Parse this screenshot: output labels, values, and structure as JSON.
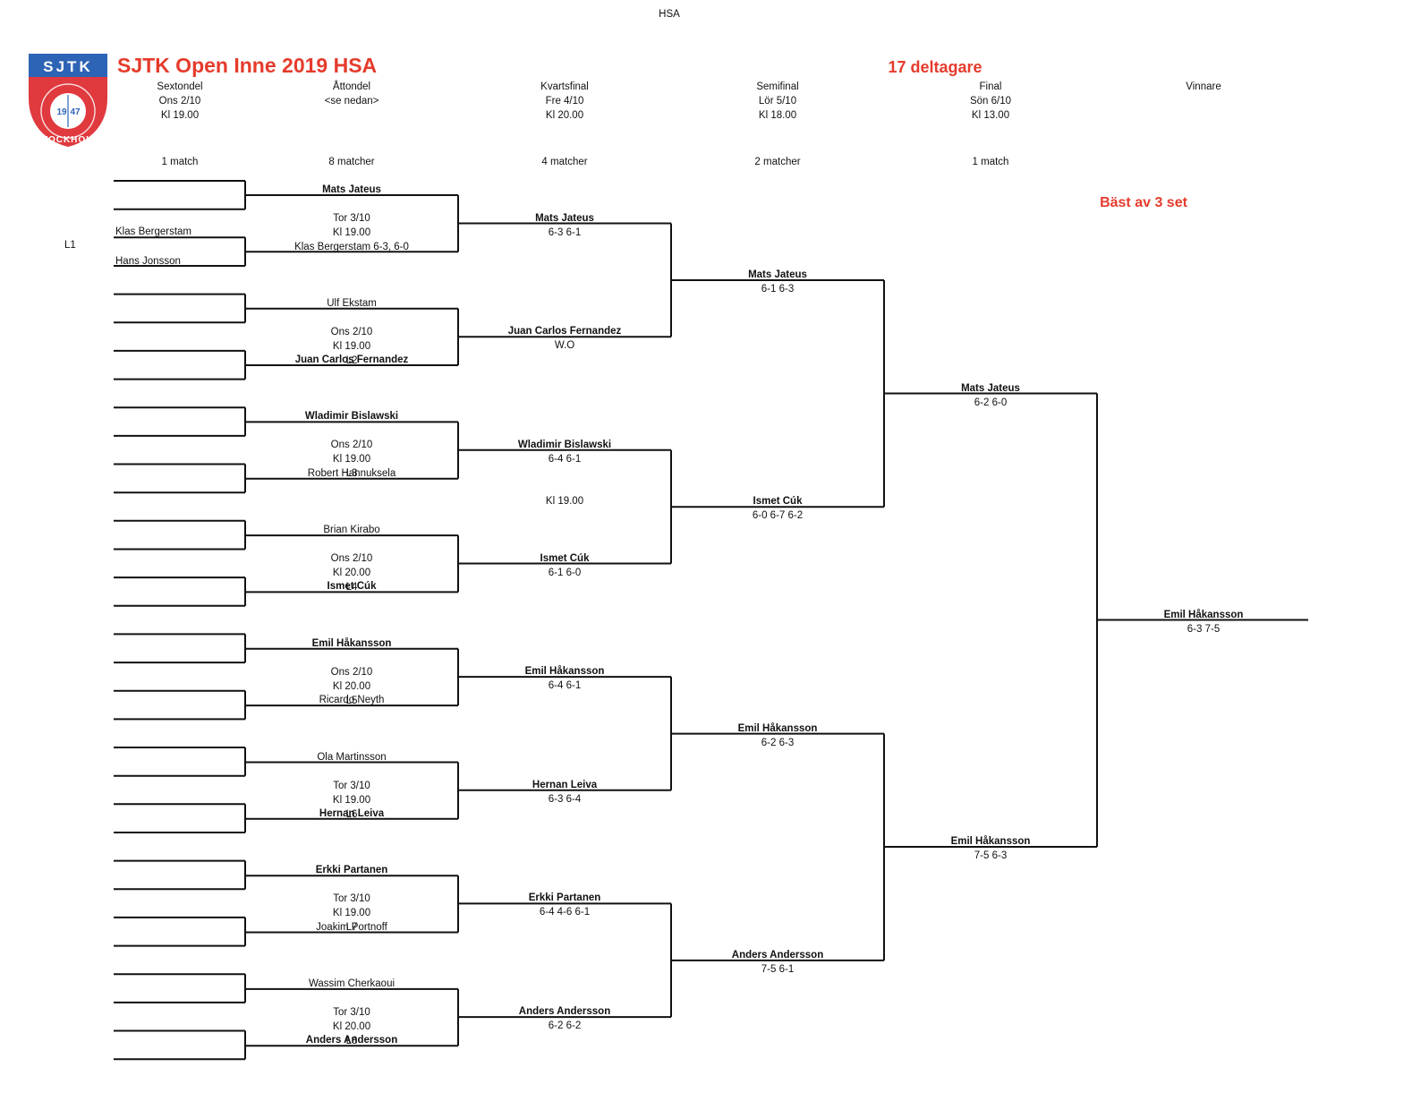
{
  "header": {
    "page_label": "HSA",
    "title": "SJTK Open Inne 2019 HSA",
    "participants": "17 deltagare",
    "format_note": "Bäst av 3 set"
  },
  "logo": {
    "top_text": "SJTK",
    "year_left": "19",
    "year_right": "47",
    "ring_text": "STOCKHOLM",
    "colors": {
      "blue": "#2e64b5",
      "red": "#e0393e"
    }
  },
  "columns": [
    {
      "name": "Sextondel",
      "day": "Ons 2/10",
      "time": "Kl 19.00",
      "matches": "1 match"
    },
    {
      "name": "Åttondel",
      "day": "<se nedan>",
      "time": "",
      "matches": "8 matcher"
    },
    {
      "name": "Kvartsfinal",
      "day": "Fre 4/10",
      "time": "Kl 20.00",
      "matches": "4 matcher"
    },
    {
      "name": "Semifinal",
      "day": "Lör 5/10",
      "time": "Kl 18.00",
      "matches": "2 matcher"
    },
    {
      "name": "Final",
      "day": "Sön 6/10",
      "time": "Kl 13.00",
      "matches": "1 match"
    },
    {
      "name": "Vinnare",
      "day": "",
      "time": "",
      "matches": ""
    }
  ],
  "sextondel": {
    "label": "L1",
    "player1": "Klas Bergerstam",
    "player2": "Hans Jonsson"
  },
  "r16": [
    {
      "top": "Mats Jateus",
      "top_bold": true,
      "l1": "Tor 3/10",
      "l2": "Kl 19.00",
      "l3": "Klas Bergerstam 6-3, 6-0",
      "bottom": "",
      "bottom_bold": false
    },
    {
      "top": "Ulf Ekstam",
      "top_bold": false,
      "l1": "Ons 2/10",
      "l2": "Kl 19.00",
      "l3": "L2",
      "bottom": "Juan Carlos Fernandez",
      "bottom_bold": true
    },
    {
      "top": "Wladimir Bislawski",
      "top_bold": true,
      "l1": "Ons 2/10",
      "l2": "Kl 19.00",
      "l3": "L3",
      "bottom": "Robert Hannuksela",
      "bottom_bold": false
    },
    {
      "top": "Brian Kirabo",
      "top_bold": false,
      "l1": "Ons 2/10",
      "l2": "Kl 20.00",
      "l3": "L4",
      "bottom": "Ismet Cúk",
      "bottom_bold": true
    },
    {
      "top": "Emil Håkansson",
      "top_bold": true,
      "l1": "Ons 2/10",
      "l2": "Kl 20.00",
      "l3": "L5",
      "bottom": "Ricardo Neyth",
      "bottom_bold": false
    },
    {
      "top": "Ola Martinsson",
      "top_bold": false,
      "l1": "Tor 3/10",
      "l2": "Kl 19.00",
      "l3": "L6",
      "bottom": "Hernan Leiva",
      "bottom_bold": true
    },
    {
      "top": "Erkki Partanen",
      "top_bold": true,
      "l1": "Tor 3/10",
      "l2": "Kl 19.00",
      "l3": "L7",
      "bottom": "Joakim Portnoff",
      "bottom_bold": false
    },
    {
      "top": "Wassim Cherkaoui",
      "top_bold": false,
      "l1": "Tor 3/10",
      "l2": "Kl 20.00",
      "l3": "L8",
      "bottom": "Anders Andersson",
      "bottom_bold": true
    }
  ],
  "qf": [
    {
      "winner": "Mats Jateus",
      "score": "6-3 6-1"
    },
    {
      "winner": "Juan Carlos Fernandez",
      "score": "W.O"
    },
    {
      "winner": "Wladimir Bislawski",
      "score": "6-4 6-1"
    },
    {
      "winner": "Ismet Cúk",
      "score": "6-1 6-0"
    },
    {
      "winner": "Emil Håkansson",
      "score": "6-4 6-1"
    },
    {
      "winner": "Hernan Leiva",
      "score": "6-3 6-4"
    },
    {
      "winner": "Erkki Partanen",
      "score": "6-4 4-6 6-1"
    },
    {
      "winner": "Anders Andersson",
      "score": "6-2 6-2"
    }
  ],
  "qf_note": "Kl 19.00",
  "sf": [
    {
      "winner": "Mats Jateus",
      "score": "6-1 6-3"
    },
    {
      "winner": "Ismet Cúk",
      "score": "6-0 6-7 6-2"
    },
    {
      "winner": "Emil Håkansson",
      "score": "6-2 6-3"
    },
    {
      "winner": "Anders Andersson",
      "score": "7-5 6-1"
    }
  ],
  "final": [
    {
      "winner": "Mats Jateus",
      "score": "6-2 6-0"
    },
    {
      "winner": "Emil Håkansson",
      "score": "7-5 6-3"
    }
  ],
  "champion": {
    "winner": "Emil Håkansson",
    "score": "6-3 7-5"
  }
}
